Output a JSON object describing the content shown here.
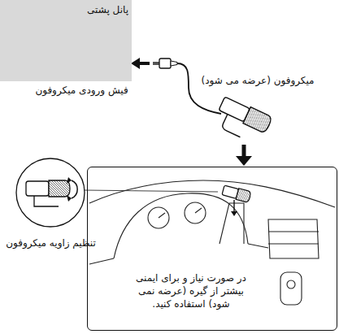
{
  "diagram": {
    "nodes": [
      {
        "text": [
          "پانل پشتی"
        ]
      },
      {
        "text": [
          "در صورت نیاز و برای ایمنی بیشتر از گیره (عرضه نمی شود) استفاده کنید."
        ]
      }
    ],
    "labels": [
      "میکروفون (عرضه می شود)",
      "فیش ورودی میکروفون",
      "تنظیم زاویه میکروفون"
    ]
  }
}
